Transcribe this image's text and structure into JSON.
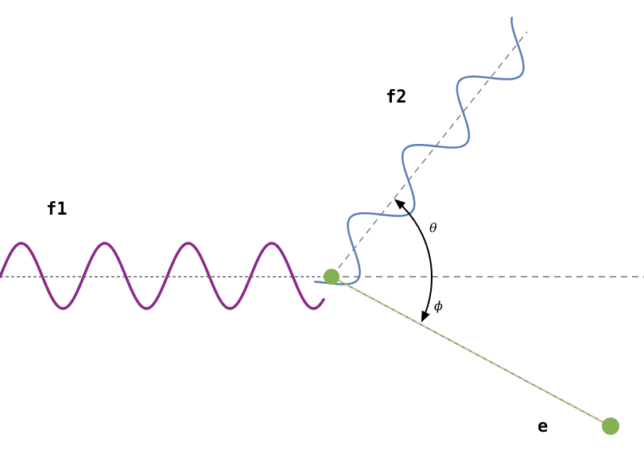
{
  "labels": {
    "incoming_wave": "f1",
    "scattered_wave": "f2",
    "scattered_particle": "e",
    "photon_angle": "θ",
    "particle_angle": "ϕ"
  },
  "colors": {
    "incoming_wave": "#8b2a8b",
    "scattered_wave": "#5b7fb8",
    "scattered_path": "#8c9a6a",
    "particle": "#86b054",
    "guide_line": "#777777",
    "axis_line": "#222222",
    "arrow": "#000000"
  }
}
